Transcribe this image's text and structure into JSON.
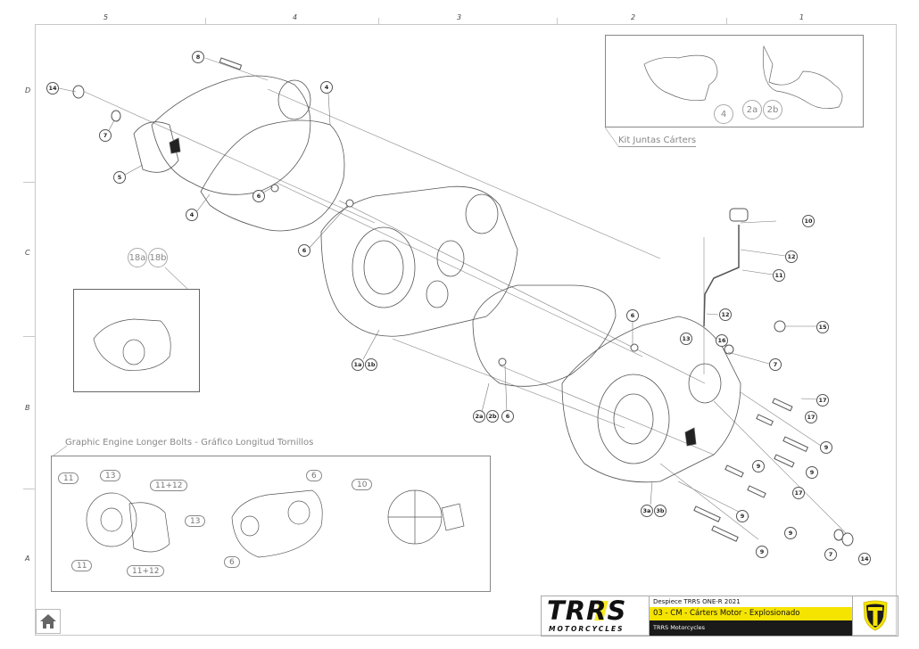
{
  "grid": {
    "columns": [
      "5",
      "4",
      "3",
      "2",
      "1"
    ],
    "rows": [
      "D",
      "C",
      "B",
      "A"
    ]
  },
  "kit_gaskets": {
    "label": "Kit Juntas Cárters",
    "callouts": [
      "4",
      "2a",
      "2b"
    ]
  },
  "inset_assembly": {
    "callouts": [
      "18a",
      "18b"
    ]
  },
  "bolts_graphic": {
    "label": "Graphic Engine Longer Bolts - Gráfico Longitud Tornillos",
    "view1_callouts": [
      "11",
      "13",
      "11+12",
      "13",
      "11",
      "11+12"
    ],
    "view2_callouts": [
      "6",
      "6"
    ],
    "view3_callouts": [
      "10"
    ]
  },
  "callouts": {
    "c8": "8",
    "c14a": "14",
    "c7a": "7",
    "c5": "5",
    "c4a": "4",
    "c4b": "4",
    "c6a": "6",
    "c6b": "6",
    "c1a": "1a",
    "c1b": "1b",
    "c2a": "2a",
    "c2b": "2b",
    "c6c": "6",
    "c6d": "6",
    "c10": "10",
    "c12a": "12",
    "c11": "11",
    "c12b": "12",
    "c13": "13",
    "c16": "16",
    "c15": "15",
    "c7b": "7",
    "c17a": "17",
    "c17b": "17",
    "c9a": "9",
    "c9b": "9",
    "c9c": "9",
    "c17c": "17",
    "c9d": "9",
    "c3a": "3a",
    "c3b": "3b",
    "c9e": "9",
    "c9f": "9",
    "c7c": "7",
    "c14b": "14"
  },
  "title_block": {
    "brand": "TRRS",
    "brand_sub": "MOTORCYCLES",
    "document": "Despiece TRRS ONE-R  2021",
    "section": "03 - CM - Cárters Motor - Explosionado",
    "company": "TRRS Motorcycles",
    "accent_color": "#f5e400",
    "dark_color": "#1a1a1a"
  },
  "nav": {
    "home_icon": "home-icon"
  }
}
